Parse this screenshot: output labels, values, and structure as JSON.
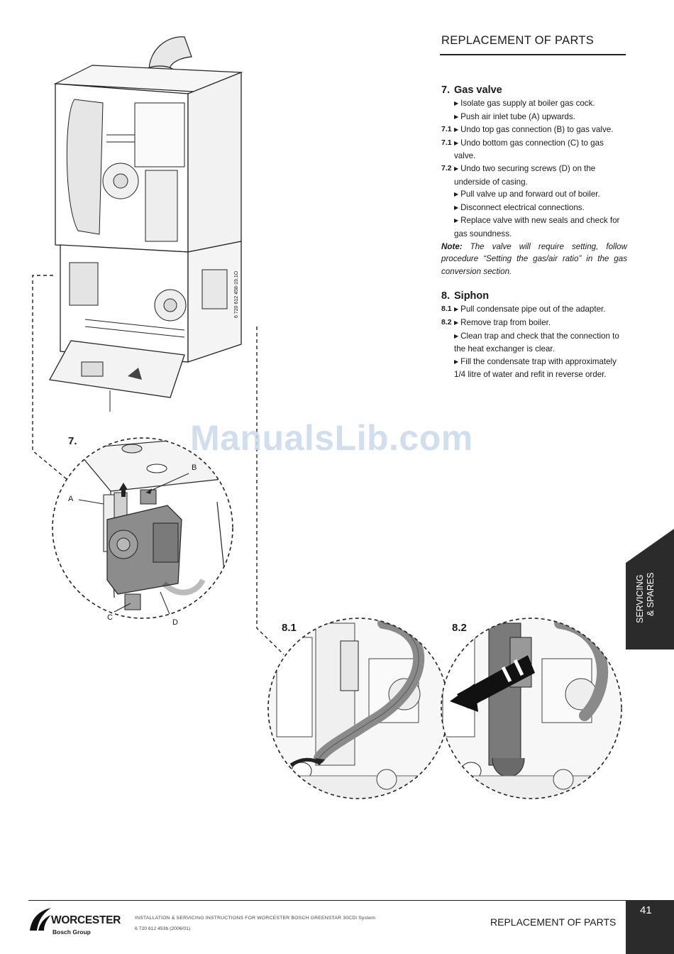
{
  "header": {
    "title": "REPLACEMENT OF PARTS"
  },
  "section7": {
    "number": "7.",
    "title": "Gas valve",
    "steps": [
      {
        "ref": "",
        "text": "Isolate gas supply at boiler gas cock."
      },
      {
        "ref": "",
        "text": "Push air inlet tube (A) upwards."
      },
      {
        "ref": "7.1",
        "text": "Undo top gas connection (B) to gas valve."
      },
      {
        "ref": "7.1",
        "text": "Undo bottom gas connection (C) to gas valve."
      },
      {
        "ref": "7.2",
        "text": "Undo two securing screws (D) on the underside of casing."
      },
      {
        "ref": "",
        "text": "Pull valve up and forward out of boiler."
      },
      {
        "ref": "",
        "text": "Disconnect electrical connections."
      },
      {
        "ref": "",
        "text": "Replace valve with new seals and check for gas soundness."
      }
    ],
    "note_label": "Note:",
    "note_text": "The valve will require setting, follow procedure “Setting the gas/air ratio” in the gas conversion section."
  },
  "section8": {
    "number": "8.",
    "title": "Siphon",
    "steps": [
      {
        "ref": "8.1",
        "text": "Pull condensate pipe out of the adapter."
      },
      {
        "ref": "8.2",
        "text": "Remove trap from boiler."
      },
      {
        "ref": "",
        "text": "Clean trap and check that the connection to the heat exchanger is clear."
      },
      {
        "ref": "",
        "text": "Fill the condensate trap with approximately 1/4 litre of water and refit in reverse order."
      }
    ]
  },
  "figures": {
    "fig7_label": "7.",
    "fig81_label": "8.1",
    "fig82_label": "8.2",
    "callouts": {
      "a": "A",
      "b": "B",
      "c": "C",
      "d": "D"
    },
    "drawing_code": "6 720 612 458-19.1O"
  },
  "side_tab": {
    "line1": "SERVICING",
    "line2": "& SPARES"
  },
  "watermark": "ManualsLib.com",
  "footer": {
    "brand": "WORCESTER",
    "brand_sub": "Bosch Group",
    "doc_title": "INSTALLATION & SERVICING INSTRUCTIONS FOR WORCESTER BOSCH GREENSTAR 30CDi System",
    "doc_code": "6 720 612 453b (2006/01)",
    "section_title": "REPLACEMENT OF PARTS",
    "page_number": "41"
  },
  "colors": {
    "tab_dark": "#2b2b2b",
    "watermark": "#c9d9ea"
  }
}
